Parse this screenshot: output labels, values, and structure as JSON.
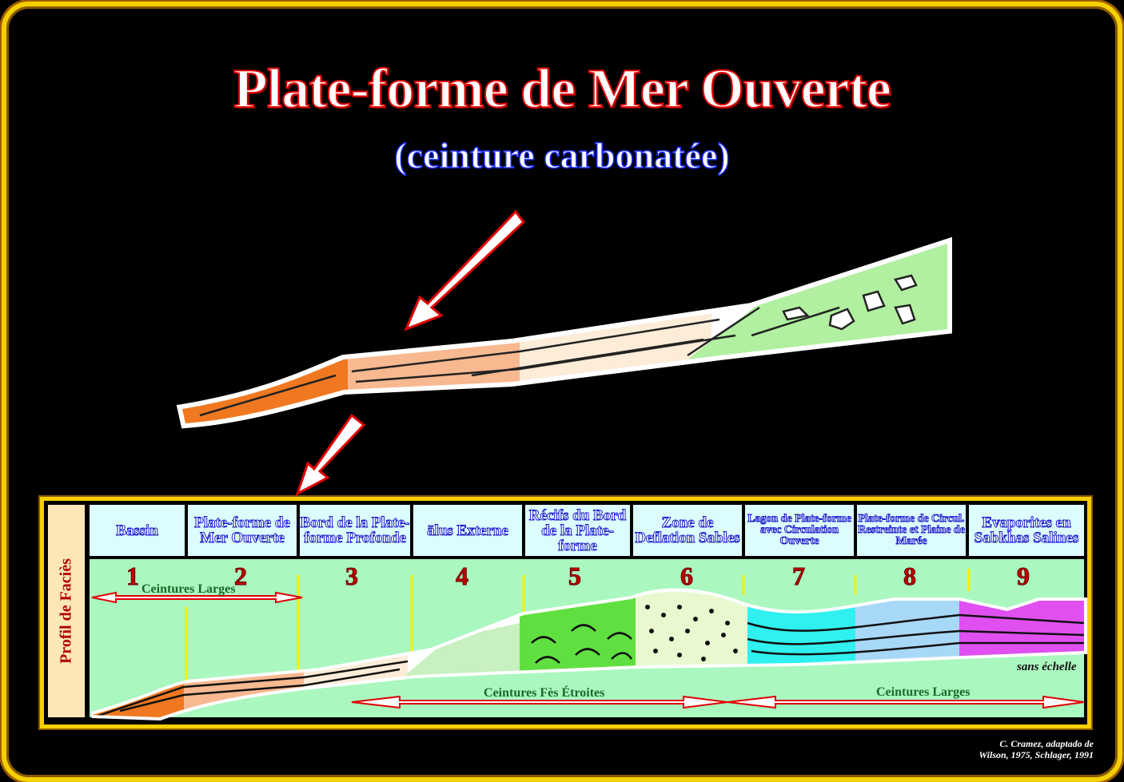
{
  "title": "Plate-forme de Mer Ouverte",
  "subtitle": "(ceinture carbonatée)",
  "profile_label": "Profil de Faciès",
  "columns": [
    {
      "num": "1",
      "label": "Bassin"
    },
    {
      "num": "2",
      "label": "Plate-forme de Mer Ouverte"
    },
    {
      "num": "3",
      "label": "Bord de la Plate-forme Profonde"
    },
    {
      "num": "4",
      "label": "ālus Externe"
    },
    {
      "num": "5",
      "label": "Récifs du Bord de la Plate-forme"
    },
    {
      "num": "6",
      "label": "Zone de Deflation Sables"
    },
    {
      "num": "7",
      "label": "Lagon de Plate-forme avec Circulation Ouverte"
    },
    {
      "num": "8",
      "label": "Plate-forme de Circul. Restreinte et Plaine de Marée"
    },
    {
      "num": "9",
      "label": "Evaporites en Sabkhas Salines"
    }
  ],
  "belts": {
    "left": "Ceintures Larges",
    "middle": "Ceintures Fès Étroites",
    "right": "Ceintures Larges"
  },
  "scale_note": "sans échelle",
  "credit_line1": "C. Cramez, adaptado de",
  "credit_line2": "Wilson, 1975, Schlager, 1991"
}
